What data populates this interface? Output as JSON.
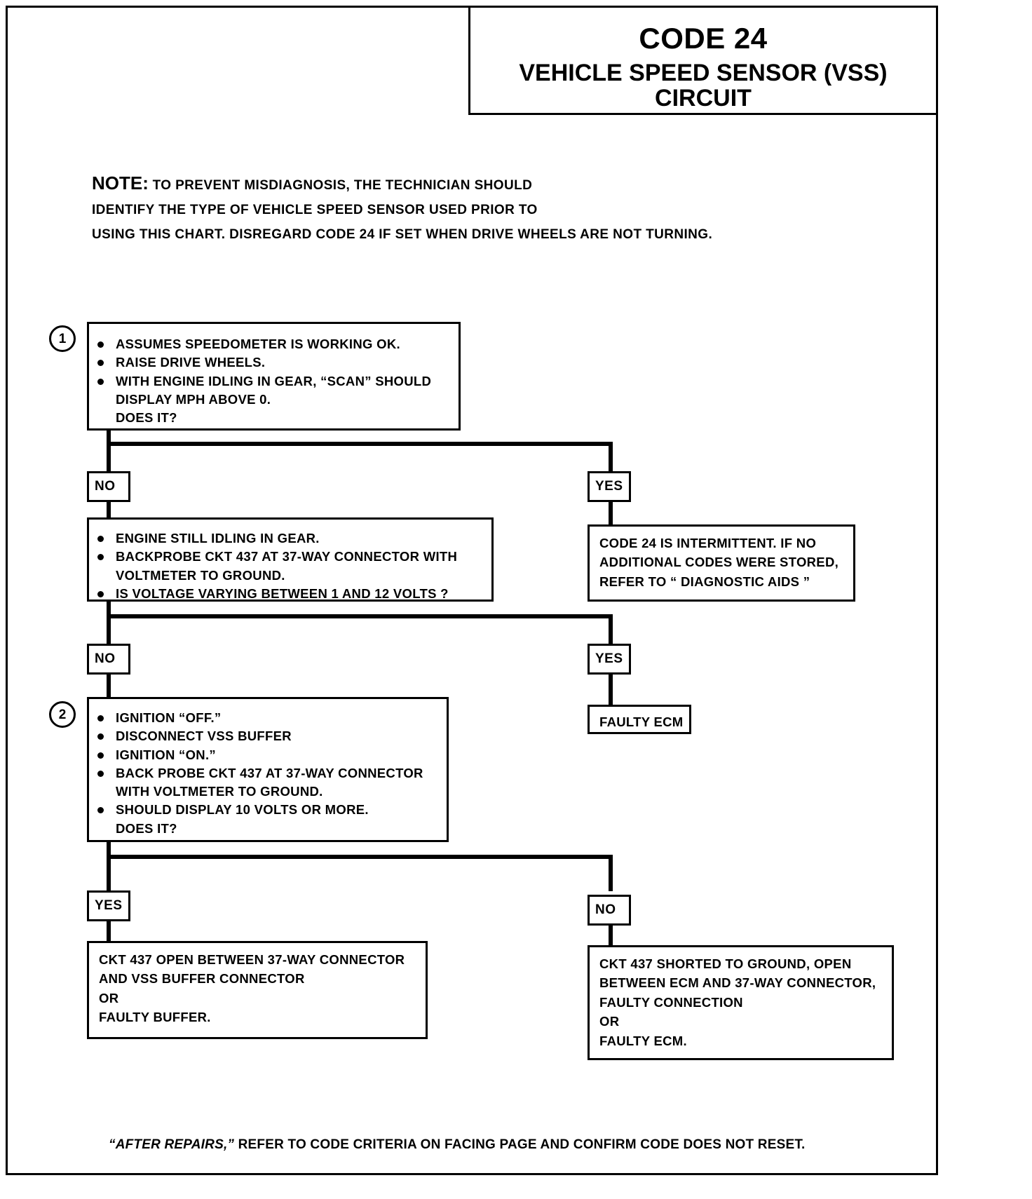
{
  "title": {
    "code": "CODE 24",
    "subtitle": "VEHICLE SPEED SENSOR (VSS) CIRCUIT"
  },
  "note": {
    "head": "NOTE:",
    "line1_rest": "TO PREVENT MISDIAGNOSIS, THE TECHNICIAN SHOULD",
    "line2": "IDENTIFY THE TYPE OF VEHICLE SPEED  SENSOR  USED PRIOR TO",
    "line3": "USING THIS CHART.  DISREGARD CODE 24 IF SET WHEN DRIVE WHEELS ARE NOT TURNING."
  },
  "steps": {
    "one": "1",
    "two": "2"
  },
  "box1": {
    "b1": "ASSUMES SPEEDOMETER IS WORKING OK.",
    "b2": "RAISE DRIVE WHEELS.",
    "b3": "WITH ENGINE IDLING IN GEAR, “SCAN” SHOULD",
    "b3b": "DISPLAY MPH ABOVE  0.",
    "b3c": "DOES IT?"
  },
  "branch1": {
    "no": "NO",
    "yes": "YES"
  },
  "box1_yes": {
    "l1": "CODE 24 IS INTERMITTENT.  IF NO",
    "l2": "ADDITIONAL CODES WERE STORED,",
    "l3": "REFER TO  “ DIAGNOSTIC  AIDS ”"
  },
  "box2": {
    "b1": "ENGINE STILL IDLING IN GEAR.",
    "b2": "BACKPROBE CKT 437 AT 37-WAY CONNECTOR WITH",
    "b2b": "VOLTMETER TO GROUND.",
    "b3": "IS VOLTAGE VARYING BETWEEN 1 AND 12  VOLTS ?"
  },
  "branch2": {
    "no": "NO",
    "yes": "YES"
  },
  "box2_yes": {
    "l1": "FAULTY ECM"
  },
  "box3": {
    "b1": "IGNITION “OFF.”",
    "b2": "DISCONNECT VSS BUFFER",
    "b3": "IGNITION “ON.”",
    "b4": "BACK PROBE CKT 437 AT 37-WAY CONNECTOR",
    "b4b": "WITH VOLTMETER TO GROUND.",
    "b5": "SHOULD DISPLAY 10 VOLTS OR MORE.",
    "b5b": "DOES IT?"
  },
  "branch3": {
    "yes": "YES",
    "no": "NO"
  },
  "box3_yes": {
    "l1": "CKT 437 OPEN BETWEEN 37-WAY CONNECTOR",
    "l2": "AND VSS BUFFER CONNECTOR",
    "l3": "OR",
    "l4": "FAULTY BUFFER."
  },
  "box3_no": {
    "l1": "CKT 437 SHORTED TO GROUND, OPEN",
    "l2": "BETWEEN ECM AND 37-WAY CONNECTOR,",
    "l3": "FAULTY CONNECTION",
    "l4": "OR",
    "l5": "FAULTY ECM."
  },
  "footer": {
    "ital": "“AFTER REPAIRS,”",
    "rest": " REFER TO CODE CRITERIA ON FACING  PAGE AND CONFIRM CODE DOES NOT RESET."
  },
  "colors": {
    "ink": "#000000",
    "paper": "#ffffff"
  }
}
